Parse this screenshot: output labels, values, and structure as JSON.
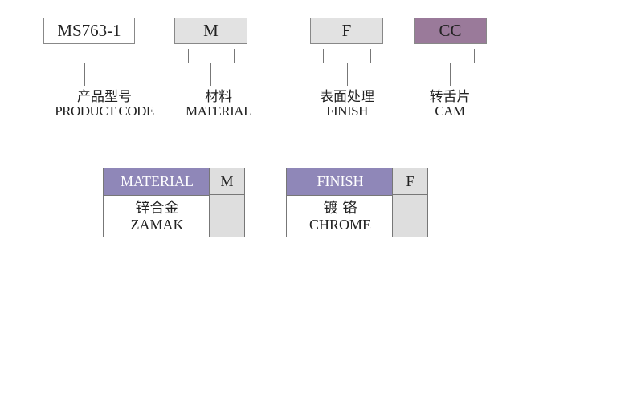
{
  "codes": [
    {
      "value": "MS763-1",
      "label_cn": "产品型号",
      "label_en": "PRODUCT CODE"
    },
    {
      "value": "M",
      "label_cn": "材料",
      "label_en": "MATERIAL"
    },
    {
      "value": "F",
      "label_cn": "表面处理",
      "label_en": "FINISH"
    },
    {
      "value": "CC",
      "label_cn": "转舌片",
      "label_en": "CAM"
    }
  ],
  "tables": [
    {
      "header": "MATERIAL",
      "key": "M",
      "value_cn": "锌合金",
      "value_en": "ZAMAK"
    },
    {
      "header": "FINISH",
      "key": "F",
      "value_cn": "镀 铬",
      "value_en": "CHROME"
    }
  ],
  "colors": {
    "code_gray": "#e2e2e2",
    "cam": "#9a7a9a",
    "header": "#8f87b8"
  }
}
